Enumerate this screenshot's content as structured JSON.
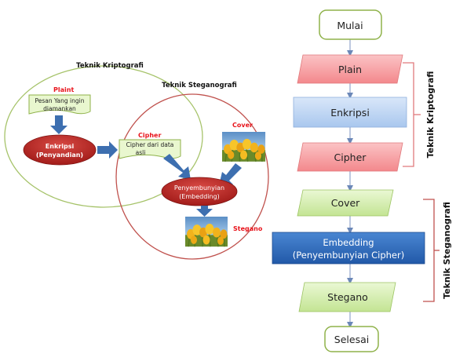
{
  "left": {
    "kriptografi_title": "Teknik Kriptografi",
    "steganografi_title": "Teknik Steganografi",
    "plaint_label": "Plaint",
    "plaint_text": [
      "Pesan Yang ingin",
      "diamankan"
    ],
    "enkripsi_text": [
      "Enkripsi",
      "(Penyandian)"
    ],
    "cipher_label": "Cipher",
    "cipher_text": [
      "Cipher dari data",
      "asli"
    ],
    "cover_label": "Cover",
    "embedding_text": [
      "Penyembunyian",
      "(Embedding)"
    ],
    "stegano_label": "Stegano",
    "photo_desc": "yellow-tulips-photo"
  },
  "right": {
    "mulai": "Mulai",
    "plain": "Plain",
    "enkripsi": "Enkripsi",
    "cipher": "Cipher",
    "cover": "Cover",
    "embedding": [
      "Embedding",
      "(Penyembunyian Cipher)"
    ],
    "stegano": "Stegano",
    "selesai": "Selesai",
    "bracket_kriptografi": "Teknik Kriptografi",
    "bracket_steganografi": "Teknik Steganografi"
  },
  "colors": {
    "red_label": "#e8141c",
    "ellipse_red": "#b3201e",
    "arrow_blue": "#3d6fb0",
    "green_border": "#8fb24a",
    "pink_fill": "#f6a3a6",
    "blue_fill": "#b9d2f2",
    "green_fill": "#d6efb0",
    "dark_blue_fill": "#2f6cbd"
  }
}
